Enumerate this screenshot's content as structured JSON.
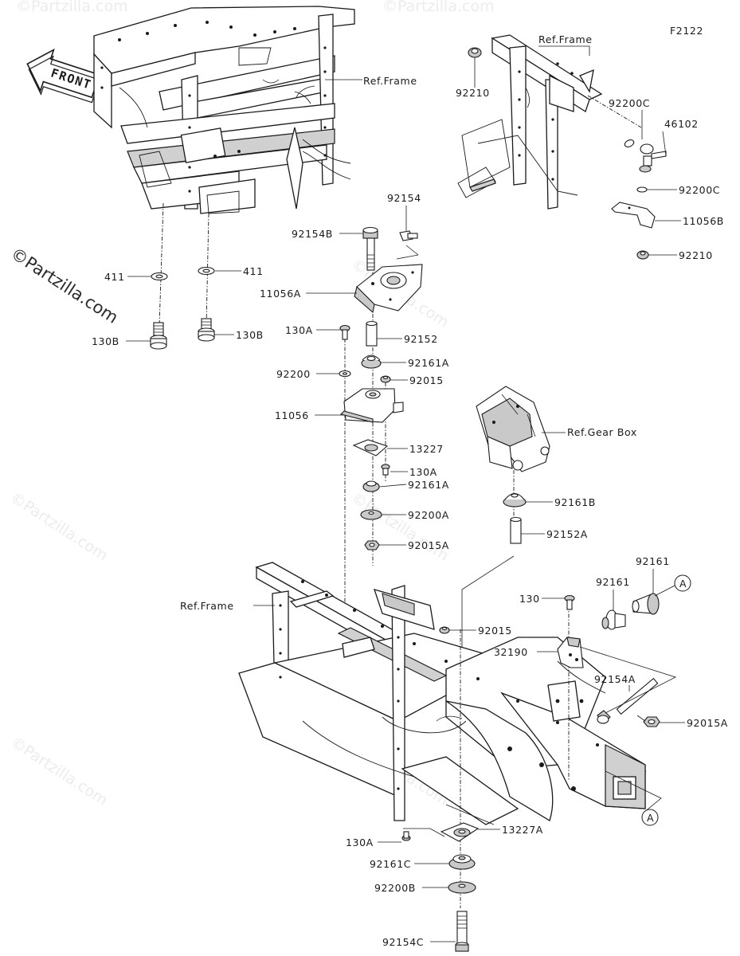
{
  "diagram_code": "F2122",
  "front_label": "FRONT",
  "watermark": {
    "main": "©Partzilla.com",
    "repeat": "©Partzilla.com"
  },
  "callouts": {
    "a1": "A",
    "a2": "A"
  },
  "labels": {
    "ref_frame_top": "Ref.Frame",
    "ref_frame_right": "Ref.Frame",
    "ref_frame_lower": "Ref.Frame",
    "ref_gear_box": "Ref.Gear Box",
    "p92210_top": "92210",
    "p92200C_1": "92200C",
    "p46102": "46102",
    "p92200C_2": "92200C",
    "p11056B": "11056B",
    "p92210_bottom": "92210",
    "p92154": "92154",
    "p92154B": "92154B",
    "p11056A": "11056A",
    "p411_left": "411",
    "p411_right": "411",
    "p130B_left": "130B",
    "p130B_right": "130B",
    "p130A_1": "130A",
    "p92152": "92152",
    "p92161A_1": "92161A",
    "p92200": "92200",
    "p92015_1": "92015",
    "p11056": "11056",
    "p13227": "13227",
    "p130A_2": "130A",
    "p92161A_2": "92161A",
    "p92200A": "92200A",
    "p92015A_1": "92015A",
    "p92161B": "92161B",
    "p92152A": "92152A",
    "p92161_1": "92161",
    "p92161_2": "92161",
    "p130": "130",
    "p92015_2": "92015",
    "p32190": "32190",
    "p92154A": "92154A",
    "p92015A_2": "92015A",
    "p13227A": "13227A",
    "p130A_3": "130A",
    "p92161C": "92161C",
    "p92200B": "92200B",
    "p92154C": "92154C"
  }
}
